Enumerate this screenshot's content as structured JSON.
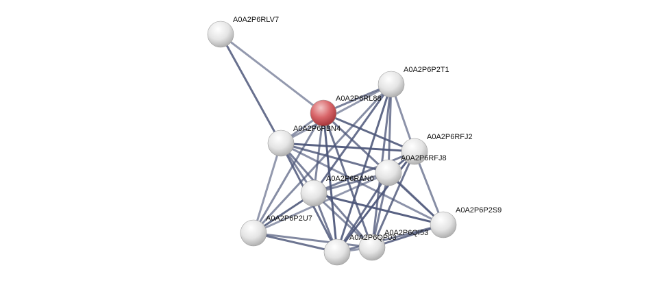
{
  "network": {
    "query_node": "A0A2P6RL88",
    "colors": {
      "query": "#d95f63",
      "node": "#e8e8e8",
      "edge": "#4b5578"
    },
    "nodes": [
      {
        "id": "A0A2P6RLV7"
      },
      {
        "id": "A0A2P6P2T1"
      },
      {
        "id": "A0A2P6RL88"
      },
      {
        "id": "A0A2P6PBN4"
      },
      {
        "id": "A0A2P6RFJ2"
      },
      {
        "id": "A0A2P6RFJ8"
      },
      {
        "id": "A0A2P6RAN0"
      },
      {
        "id": "A0A2P6P2S9"
      },
      {
        "id": "A0A2P6P2U7"
      },
      {
        "id": "A0A2P6QI53"
      },
      {
        "id": "A0A2P6QP03"
      }
    ],
    "edges": [
      [
        "A0A2P6RLV7",
        "A0A2P6RL88"
      ],
      [
        "A0A2P6RLV7",
        "A0A2P6PBN4"
      ],
      [
        "A0A2P6RL88",
        "A0A2P6P2T1"
      ],
      [
        "A0A2P6RL88",
        "A0A2P6PBN4"
      ],
      [
        "A0A2P6RL88",
        "A0A2P6RFJ2"
      ],
      [
        "A0A2P6RL88",
        "A0A2P6P2S9"
      ],
      [
        "A0A2P6RL88",
        "A0A2P6P2U7"
      ],
      [
        "A0A2P6RL88",
        "A0A2P6QP03"
      ],
      [
        "A0A2P6RL88",
        "A0A2P6QI53"
      ],
      [
        "A0A2P6RL88",
        "A0A2P6RAN0"
      ],
      [
        "A0A2P6P2T1",
        "A0A2P6PBN4"
      ],
      [
        "A0A2P6P2T1",
        "A0A2P6RAN0"
      ],
      [
        "A0A2P6P2T1",
        "A0A2P6RFJ8"
      ],
      [
        "A0A2P6P2T1",
        "A0A2P6RFJ2"
      ],
      [
        "A0A2P6P2T1",
        "A0A2P6QP03"
      ],
      [
        "A0A2P6P2T1",
        "A0A2P6QI53"
      ],
      [
        "A0A2P6P2T1",
        "A0A2P6P2U7"
      ],
      [
        "A0A2P6PBN4",
        "A0A2P6RFJ2"
      ],
      [
        "A0A2P6PBN4",
        "A0A2P6RFJ8"
      ],
      [
        "A0A2P6PBN4",
        "A0A2P6RAN0"
      ],
      [
        "A0A2P6PBN4",
        "A0A2P6P2U7"
      ],
      [
        "A0A2P6PBN4",
        "A0A2P6QP03"
      ],
      [
        "A0A2P6PBN4",
        "A0A2P6QI53"
      ],
      [
        "A0A2P6PBN4",
        "A0A2P6P2S9"
      ],
      [
        "A0A2P6RFJ2",
        "A0A2P6RFJ8"
      ],
      [
        "A0A2P6RFJ2",
        "A0A2P6RAN0"
      ],
      [
        "A0A2P6RFJ2",
        "A0A2P6P2S9"
      ],
      [
        "A0A2P6RFJ2",
        "A0A2P6QP03"
      ],
      [
        "A0A2P6RFJ2",
        "A0A2P6QI53"
      ],
      [
        "A0A2P6RFJ8",
        "A0A2P6RAN0"
      ],
      [
        "A0A2P6RFJ8",
        "A0A2P6P2U7"
      ],
      [
        "A0A2P6RFJ8",
        "A0A2P6QP03"
      ],
      [
        "A0A2P6RFJ8",
        "A0A2P6QI53"
      ],
      [
        "A0A2P6RFJ8",
        "A0A2P6P2S9"
      ],
      [
        "A0A2P6RAN0",
        "A0A2P6P2U7"
      ],
      [
        "A0A2P6RAN0",
        "A0A2P6QP03"
      ],
      [
        "A0A2P6RAN0",
        "A0A2P6QI53"
      ],
      [
        "A0A2P6RAN0",
        "A0A2P6P2S9"
      ],
      [
        "A0A2P6P2U7",
        "A0A2P6QP03"
      ],
      [
        "A0A2P6P2U7",
        "A0A2P6QI53"
      ],
      [
        "A0A2P6QP03",
        "A0A2P6QI53"
      ],
      [
        "A0A2P6QI53",
        "A0A2P6P2S9"
      ],
      [
        "A0A2P6QP03",
        "A0A2P6P2S9"
      ]
    ]
  }
}
